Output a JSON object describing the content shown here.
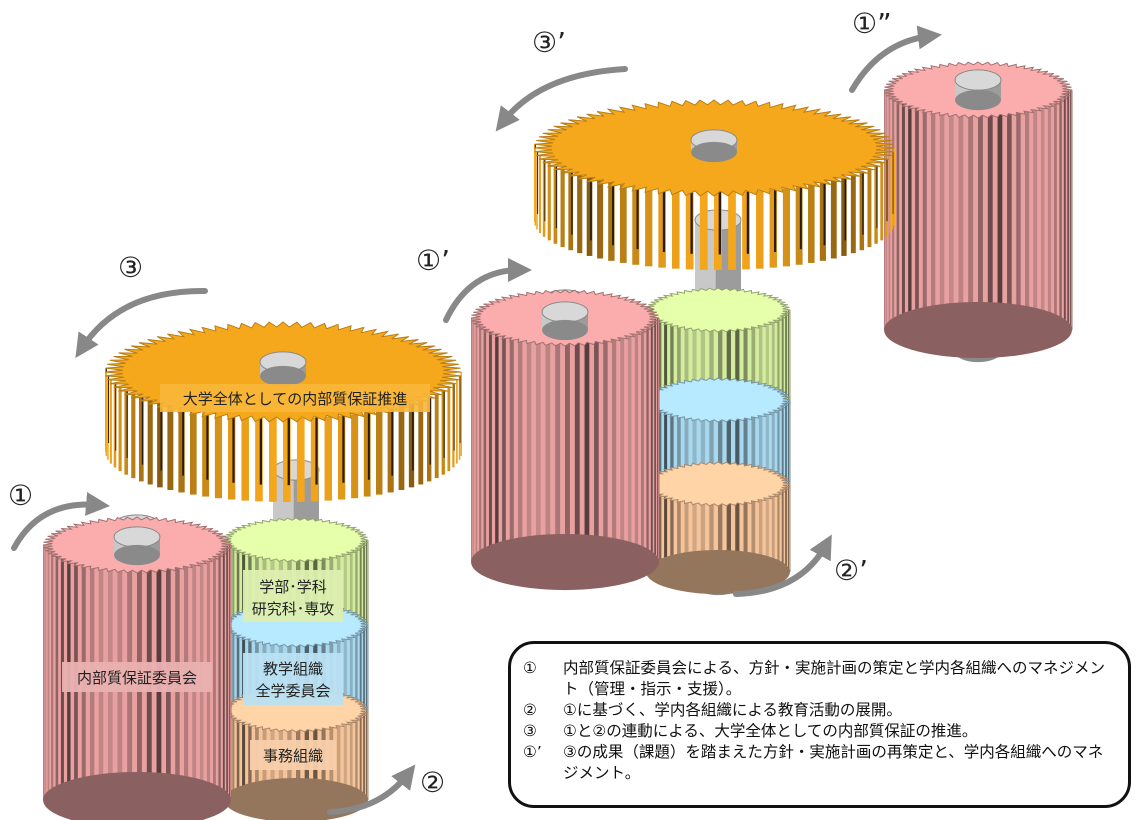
{
  "gear_labels": {
    "university_wide": "大学全体としての内部質保証推進",
    "committee": "内部質保証委員会",
    "faculty_line1": "学部･学科",
    "faculty_line2": "研究科･専攻",
    "teaching_line1": "教学組織",
    "teaching_line2": "全学委員会",
    "admin": "事務組織"
  },
  "step_markers": {
    "m1": "①",
    "m2": "②",
    "m3": "③",
    "m1p": "①’",
    "m2p": "②’",
    "m3p": "③’",
    "m1pp": "①”"
  },
  "legend": [
    {
      "num": "①",
      "text": "内部質保証委員会による、方針・実施計画の策定と学内各組織へのマネジメント（管理・指示・支援）。"
    },
    {
      "num": "②",
      "text": "①に基づく、学内各組織による教育活動の展開。"
    },
    {
      "num": "③",
      "text": "①と②の連動による、大学全体としての内部質保証の推進。"
    },
    {
      "num": "①’",
      "text": "③の成果（課題）を踏まえた方針・実施計画の再策定と、学内各組織へのマネジメント。"
    }
  ],
  "colors": {
    "pink_gear": "#e8a0a0",
    "green_gear": "#d4ec9e",
    "blue_gear": "#a9d8ee",
    "peach_gear": "#f6c49a",
    "orange_gear": "#f6a81c",
    "shaft": "#b8b8b8",
    "arrow": "#888888"
  }
}
